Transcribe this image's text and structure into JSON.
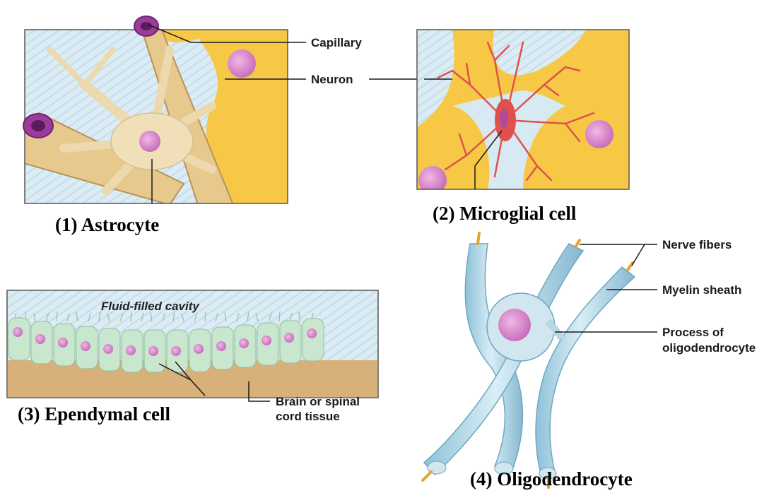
{
  "panels": {
    "astrocyte": {
      "caption": "(1) Astrocyte",
      "labels": {
        "capillary": "Capillary",
        "neuron": "Neuron"
      }
    },
    "microglial": {
      "caption": "(2) Microglial cell"
    },
    "ependymal": {
      "caption": "(3) Ependymal cell",
      "labels": {
        "cavity": "Fluid-filled cavity",
        "tissue_line1": "Brain or spinal",
        "tissue_line2": "cord tissue"
      }
    },
    "oligodendrocyte": {
      "caption": "(4) Oligodendrocyte",
      "labels": {
        "nerve_fibers": "Nerve fibers",
        "myelin_sheath": "Myelin sheath",
        "process_line1": "Process of",
        "process_line2": "oligodendrocyte"
      }
    }
  },
  "colors": {
    "tissue_blue": "#d7e9f3",
    "neuron_yellow": "#f6c846",
    "astro_tan": "#ecd9ad",
    "nucleus_pink": "#d986c8",
    "capillary_purple": "#9d3b9c",
    "microglia_red": "#e0514e",
    "ependymal_green": "#c9e6cf",
    "sand": "#d8b17a",
    "myelin_blue": "#a9d2e4",
    "axon_orange": "#e6a12c"
  }
}
